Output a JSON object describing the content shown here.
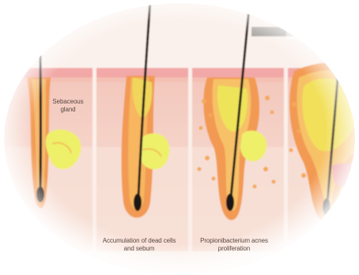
{
  "labels": {
    "sebaceous_gland": "Sebaceous gland",
    "edge_fragment": "",
    "stage2_caption": "Accumulation of dead cells and sebum",
    "stage3_caption": "Propionibacterium acnes proliferation",
    "stage4_caption": "",
    "top_title": ""
  },
  "colors": {
    "skin_surface": "#f2c4b9",
    "epidermis_pink": "#ee9ea0",
    "dermis": "#f6dccf",
    "follicle_orange": "#f29a52",
    "follicle_inner": "#f7b65e",
    "sebum_yellow": "#f4e55a",
    "sebum_bright": "#eef06a",
    "hair": "#1f1712",
    "vignette": "#ffffff"
  }
}
